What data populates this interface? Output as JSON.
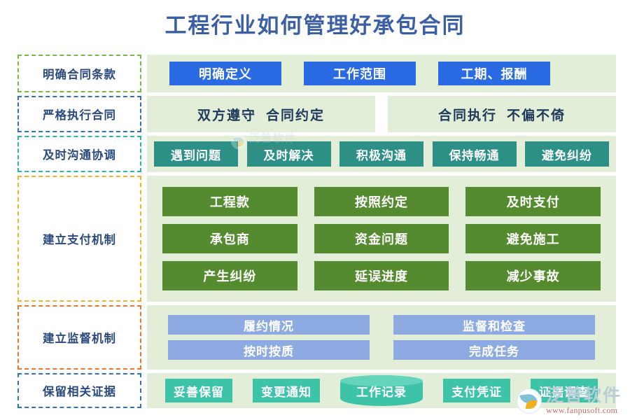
{
  "title": "工程行业如何管理好承包合同",
  "colors": {
    "title": "#3a5fa5",
    "panel_bg": "#e3eed8",
    "blue": "#2a6ae3",
    "teal": "#2c9086",
    "green": "#558b2f",
    "periwinkle": "#8dabe2",
    "mint": "#3dc3a8"
  },
  "rows": [
    {
      "label": "明确合同条款",
      "border_color": "#7ab648",
      "chips": [
        "明确定义",
        "工作范围",
        "工期、报酬"
      ]
    },
    {
      "label": "严格执行合同",
      "border_color": "#2f6fd0",
      "panels": [
        {
          "part1": "双方遵守",
          "part2": "合同约定"
        },
        {
          "part1": "合同执行",
          "part2": "不偏不倚"
        }
      ]
    },
    {
      "label": "及时沟通协调",
      "border_color": "#2fb3a8",
      "chips": [
        "遇到问题",
        "及时解决",
        "积极沟通",
        "保持畅通",
        "避免纠纷"
      ]
    },
    {
      "label": "建立支付机制",
      "border_color": "#f0b323",
      "chips": [
        "工程款",
        "按照约定",
        "及时支付",
        "承包商",
        "资金问题",
        "避免施工",
        "产生纠纷",
        "延误进度",
        "减少事故"
      ]
    },
    {
      "label": "建立监督机制",
      "border_color": "#e8762c",
      "chips": [
        "履约情况",
        "监督和检查",
        "按时按质",
        "完成任务"
      ]
    },
    {
      "label": "保留相关证据",
      "border_color": "#2f6fd0",
      "chips": [
        "妥善保留",
        "变更通知",
        "工作记录",
        "支付凭证",
        "证据调查"
      ]
    }
  ],
  "watermark": {
    "name": "泛普软件",
    "url": "www.fanpusoft.com"
  }
}
